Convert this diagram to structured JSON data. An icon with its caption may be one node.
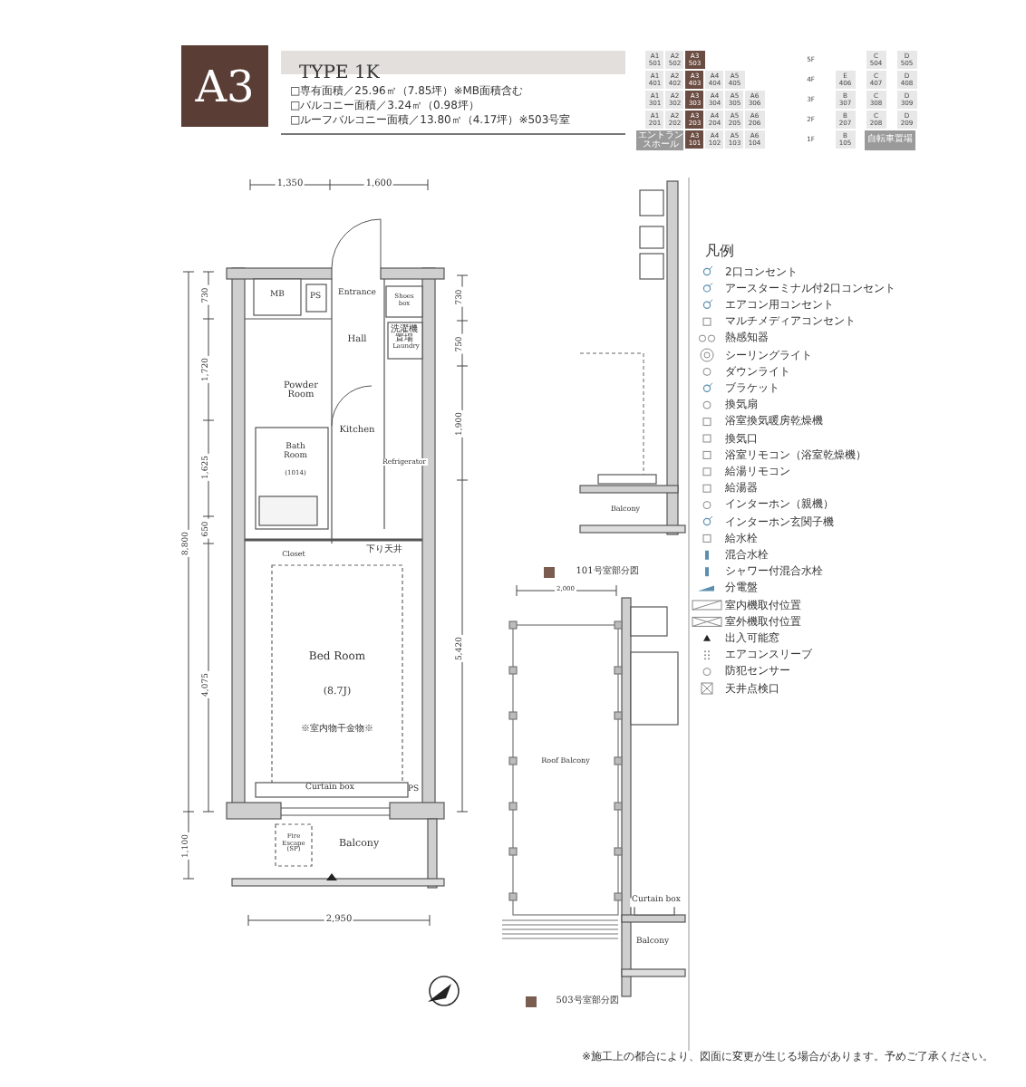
{
  "diagram": {
    "title": "A3",
    "labels": [
      "TYPE 1K",
      "□専有面積／25.96㎡（7.85坪）※MB面積含む",
      "□バルコニー面積／3.24㎡（0.98坪）",
      "□ルーフバルコニー面積／13.80㎡（4.17坪）※503号室",
      "A1 501",
      "A2 502",
      "A3 503",
      "5F",
      "C 504",
      "D 505",
      "A1 401",
      "A2 402",
      "A3 403",
      "A4 404",
      "A5 405",
      "4F",
      "E 406",
      "C 407",
      "D 408",
      "A1 301",
      "A2 302",
      "A3 303",
      "A4 304",
      "A5 305",
      "A6 306",
      "3F",
      "B 307",
      "C 308",
      "D 309",
      "A1 201",
      "A2 202",
      "A3 203",
      "A4 204",
      "A5 205",
      "A6 206",
      "2F",
      "B 207",
      "C 208",
      "D 209",
      "エントランスホール",
      "A3 101",
      "A4 102",
      "A5 103",
      "A6 104",
      "1F",
      "B 105",
      "自転車置場",
      "1,350",
      "1,600",
      "730",
      "1,720",
      "1,625",
      "650",
      "8,800",
      "4,075",
      "1,100",
      "730",
      "750",
      "1,900",
      "5,420",
      "2,950",
      "MB",
      "PS",
      "Entrance",
      "Shoes box",
      "Hall",
      "洗濯機置場",
      "Laundry",
      "Powder Room",
      "Kitchen",
      "Bath Room",
      "(1014)",
      "Refrigerator",
      "Closet",
      "下り天井",
      "Bed Room",
      "(8.7J)",
      "※室内物干金物※",
      "Curtain box",
      "PS",
      "Fire Escape (SP)",
      "Balcony",
      "Balcony",
      "101号室部分図",
      "2,000",
      "Roof Balcony",
      "Curtain box",
      "Balcony",
      "503号室部分図",
      "凡例",
      "※施工上の都合により、図面に変更が生じる場合があります。予めご了承ください。"
    ],
    "legend": [
      {
        "text": "2口コンセント"
      },
      {
        "text": "アースターミナル付2口コンセント"
      },
      {
        "text": "エアコン用コンセント"
      },
      {
        "text": "マルチメディアコンセント"
      },
      {
        "text": "熱感知器"
      },
      {
        "text": "シーリングライト"
      },
      {
        "text": "ダウンライト"
      },
      {
        "text": "ブラケット"
      },
      {
        "text": "換気扇"
      },
      {
        "text": "浴室換気暖房乾燥機"
      },
      {
        "text": "換気口"
      },
      {
        "text": "浴室リモコン（浴室乾燥機）"
      },
      {
        "text": "給湯リモコン"
      },
      {
        "text": "給湯器"
      },
      {
        "text": "インターホン（親機）"
      },
      {
        "text": "インターホン玄関子機"
      },
      {
        "text": "給水栓"
      },
      {
        "text": "混合水栓"
      },
      {
        "text": "シャワー付混合水栓"
      },
      {
        "text": "分電盤"
      },
      {
        "text": "室内機取付位置"
      },
      {
        "text": "室外機取付位置"
      },
      {
        "text": "出入可能窓"
      },
      {
        "text": "エアコンスリーブ"
      },
      {
        "text": "防犯センサー"
      },
      {
        "text": "天井点検口"
      }
    ]
  }
}
